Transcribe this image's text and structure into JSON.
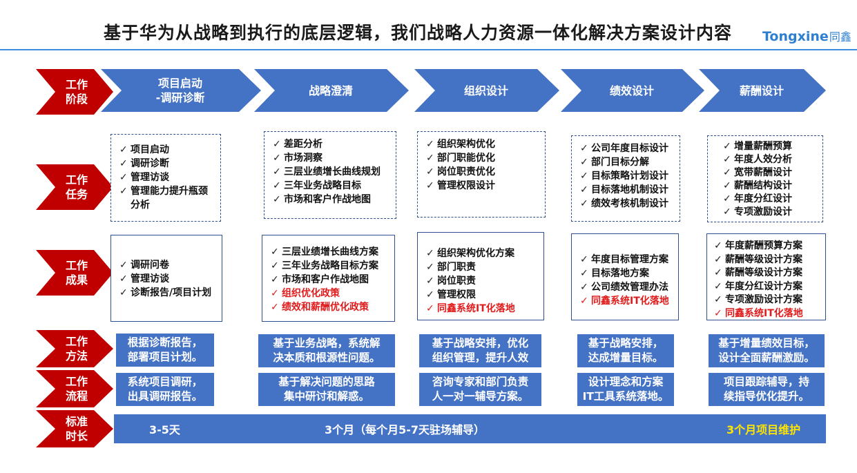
{
  "header": {
    "title": "基于华为从战略到执行的底层逻辑，我们战略人力资源一体化解决方案设计内容",
    "logo_en": "Tongxine",
    "logo_cn": "同鑫"
  },
  "row_labels": {
    "stage": [
      "工作",
      "阶段"
    ],
    "task": [
      "工作",
      "任务"
    ],
    "output": [
      "工作",
      "成果"
    ],
    "method": [
      "工作",
      "方法"
    ],
    "process": [
      "工作",
      "流程"
    ],
    "duration": [
      "标准",
      "时长"
    ]
  },
  "stages": [
    {
      "line1": "项目启动",
      "line2": "-调研诊断"
    },
    {
      "line1": "战略澄清",
      "line2": ""
    },
    {
      "line1": "组织设计",
      "line2": ""
    },
    {
      "line1": "绩效设计",
      "line2": ""
    },
    {
      "line1": "薪酬设计",
      "line2": ""
    }
  ],
  "tasks": [
    [
      "项目启动",
      "调研诊断",
      "管理访谈",
      "管理能力提升瓶颈分析"
    ],
    [
      "差距分析",
      "市场洞察",
      "三层业绩增长曲线规划",
      "三年业务战略目标",
      "市场和客户作战地图"
    ],
    [
      "组织架构优化",
      "部门职能优化",
      "岗位职责优化",
      "管理权限设计"
    ],
    [
      "公司年度目标设计",
      "部门目标分解",
      "目标策略计划设计",
      "目标落地机制设计",
      "绩效考核机制设计"
    ],
    [
      "增量薪酬预算",
      "年度人效分析",
      "宽带薪酬设计",
      "薪酬结构设计",
      "年度分红设计",
      "专项激励设计"
    ]
  ],
  "outputs": [
    [
      {
        "t": "调研问卷",
        "red": false
      },
      {
        "t": "管理访谈",
        "red": false
      },
      {
        "t": "诊断报告/项目计划",
        "red": false
      }
    ],
    [
      {
        "t": "三层业绩增长曲线方案",
        "red": false
      },
      {
        "t": "三年业务战略目标方案",
        "red": false
      },
      {
        "t": "市场和客户作战地图",
        "red": false
      },
      {
        "t": "组织优化政策",
        "red": true
      },
      {
        "t": "绩效和薪酬优化政策",
        "red": true
      }
    ],
    [
      {
        "t": "组织架构优化方案",
        "red": false
      },
      {
        "t": "部门职责",
        "red": false
      },
      {
        "t": "岗位职责",
        "red": false
      },
      {
        "t": "管理权限",
        "red": false
      },
      {
        "t": "同鑫系统IT化落地",
        "red": true
      }
    ],
    [
      {
        "t": "年度目标管理方案",
        "red": false
      },
      {
        "t": "目标落地方案",
        "red": false
      },
      {
        "t": "公司绩效管理办法",
        "red": false
      },
      {
        "t": "同鑫系统IT化落地",
        "red": true
      }
    ],
    [
      {
        "t": "年度薪酬预算方案",
        "red": false
      },
      {
        "t": "薪酬等级设计方案",
        "red": false
      },
      {
        "t": "薪酬等级设计方案",
        "red": false
      },
      {
        "t": "年度分红设计方案",
        "red": false
      },
      {
        "t": "专项激励设计方案",
        "red": false
      },
      {
        "t": "同鑫系统IT化落地",
        "red": true
      }
    ]
  ],
  "methods": [
    [
      "根据诊断报告，",
      "部署项目计划。"
    ],
    [
      "基于业务战略，系统解",
      "决本质和根源性问题。"
    ],
    [
      "基于战略安排，优化",
      "组织管理，提升人效"
    ],
    [
      "基于战略安排，",
      "达成增量目标。"
    ],
    [
      "基于增量绩效目标，",
      "设计全面薪酬激励。"
    ]
  ],
  "processes": [
    [
      "系统项目调研，",
      "出具调研报告。"
    ],
    [
      "基于解决问题的思路",
      "集中研讨和解惑。"
    ],
    [
      "咨询专家和部门负责",
      "人一对一辅导方案。"
    ],
    [
      "设计理念和方案",
      "IT工具系统落地。"
    ],
    [
      "项目跟踪辅导，持",
      "续指导优化提升。"
    ]
  ],
  "duration": {
    "phase1": "3-5天",
    "phase2": "3个月（每个月5-7天驻场辅导）",
    "phase3": "3个月项目维护"
  },
  "colors": {
    "red": "#c00000",
    "blue": "#4472c4",
    "highlight_red": "#e01b1b",
    "yellow": "#ffe600",
    "logo": "#2e7fd0"
  }
}
